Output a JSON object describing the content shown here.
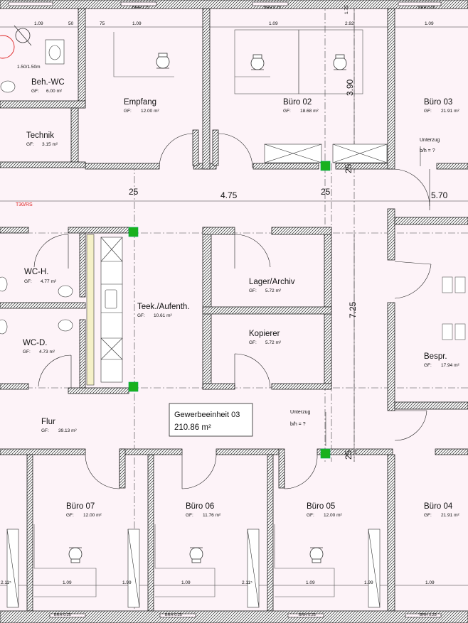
{
  "rooms": [
    {
      "name": "Beh.-WC",
      "gf": "GF:",
      "area": "6.00 m²"
    },
    {
      "name": "Empfang",
      "gf": "GF:",
      "area": "12.00 m²"
    },
    {
      "name": "Büro 02",
      "gf": "GF:",
      "area": "18.68 m²"
    },
    {
      "name": "Büro 03",
      "gf": "GF:",
      "area": "21.91 m²"
    },
    {
      "name": "Technik",
      "gf": "GF:",
      "area": "3.15 m²"
    },
    {
      "name": "WC-H.",
      "gf": "GF:",
      "area": "4.77 m²"
    },
    {
      "name": "WC-D.",
      "gf": "GF:",
      "area": "4.73 m²"
    },
    {
      "name": "Teek./Aufenth.",
      "gf": "GF:",
      "area": "10.61 m²"
    },
    {
      "name": "Lager/Archiv",
      "gf": "GF:",
      "area": "5.72 m²"
    },
    {
      "name": "Kopierer",
      "gf": "GF:",
      "area": "5.72 m²"
    },
    {
      "name": "Bespr.",
      "gf": "GF:",
      "area": "17.94 m²"
    },
    {
      "name": "Flur",
      "gf": "GF:",
      "area": "39.13 m²"
    },
    {
      "name": "Büro 07",
      "gf": "GF:",
      "area": "12.00 m²"
    },
    {
      "name": "Büro 06",
      "gf": "GF:",
      "area": "11.76 m²"
    },
    {
      "name": "Büro 05",
      "gf": "GF:",
      "area": "12.00 m²"
    },
    {
      "name": "Büro 04",
      "gf": "GF:",
      "area": "21.91 m²"
    }
  ],
  "unit": {
    "name": "Gewerbeeinheit 03",
    "area": "210.86 m²"
  },
  "dims": {
    "d_109": "1.09",
    "d_50": "50",
    "d_75": "75",
    "d_292": "2.92",
    "d_390": "3.90",
    "d_175": "1.75",
    "d_25": "25",
    "d_475": "4.75",
    "d_570": "5.70",
    "d_725": "7.25",
    "d_199": "1.99",
    "d_2115": "2.11⁵",
    "wc_size": "1.50/1.50m"
  },
  "labels": {
    "t30": "T30/RS",
    "unterzug": "Unterzug",
    "bh": "b/h = ?",
    "brh": "BRH 0.25"
  },
  "colors": {
    "background": "#fdf3f8",
    "wall_fill": "#ffffff",
    "column": "#19b11d",
    "t30": "#dd2222"
  }
}
